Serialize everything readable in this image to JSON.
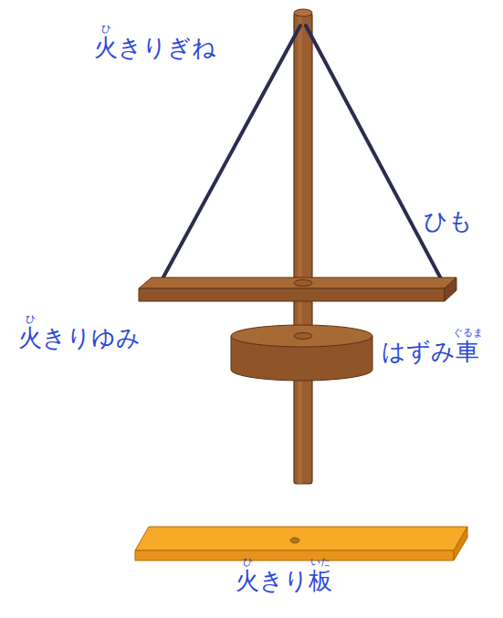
{
  "diagram": {
    "labels": [
      "火きりぎね",
      "ひ",
      "ひも",
      "火きりゆみ",
      "ひ",
      "はずみ車",
      "ぐるま",
      "火きり板",
      "ひ",
      "いた"
    ]
  }
}
